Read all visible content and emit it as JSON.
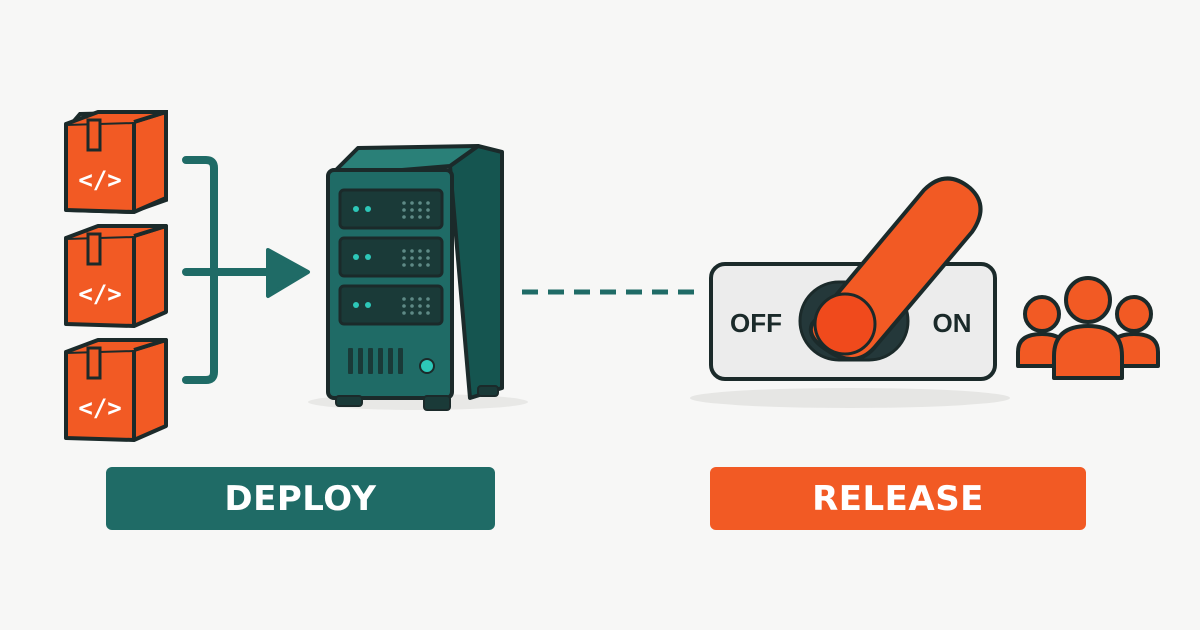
{
  "diagram": {
    "deploy_label": "DEPLOY",
    "release_label": "RELEASE",
    "switch_off_label": "OFF",
    "switch_on_label": "ON",
    "code_glyph": "</>"
  },
  "colors": {
    "teal": "#1f6b66",
    "orange": "#f25a24",
    "outline": "#1b2a2a",
    "background": "#f7f7f6"
  },
  "icons": [
    "package-box-icon",
    "server-icon",
    "toggle-switch-icon",
    "users-group-icon",
    "arrow-right-icon"
  ]
}
